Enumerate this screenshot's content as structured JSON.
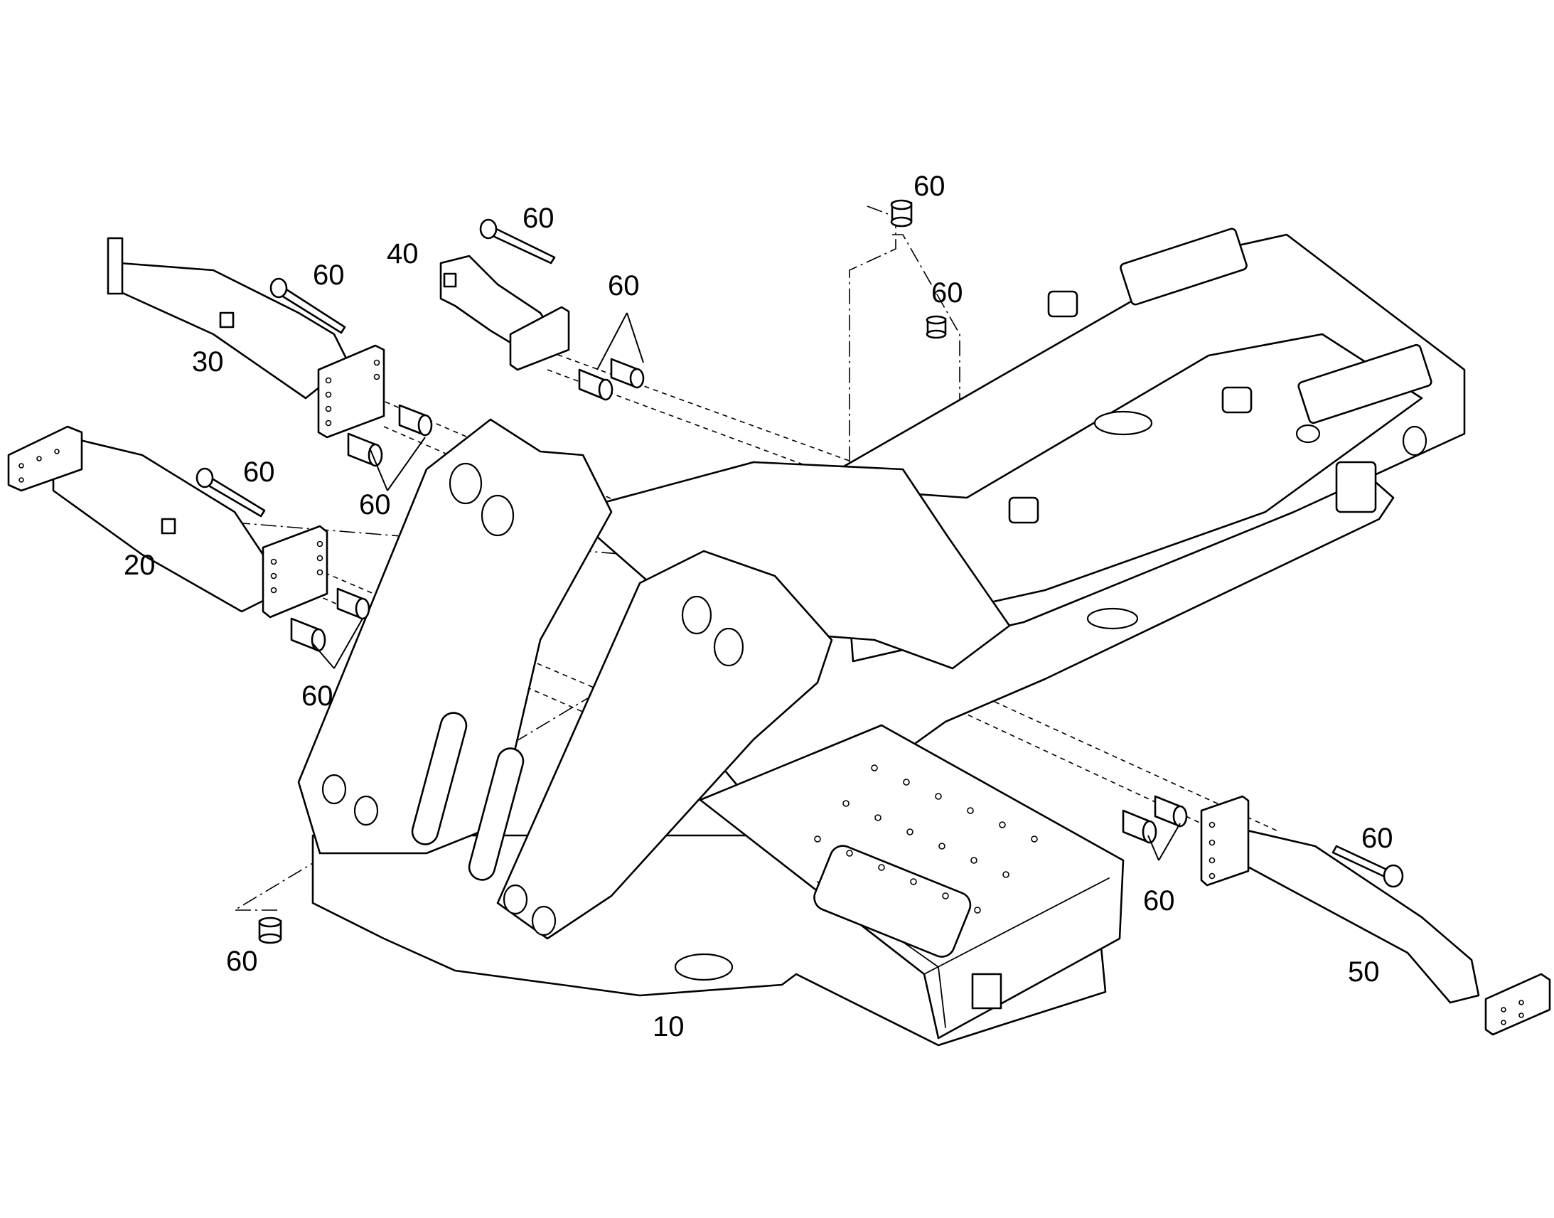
{
  "callouts": {
    "frame": "10",
    "left_front_outrigger": "20",
    "left_rear_outrigger": "30",
    "right_rear_outrigger": "40",
    "right_front_outrigger": "50",
    "pin_bushing": "60"
  },
  "colors": {
    "line": "#000000",
    "background": "#ffffff"
  }
}
